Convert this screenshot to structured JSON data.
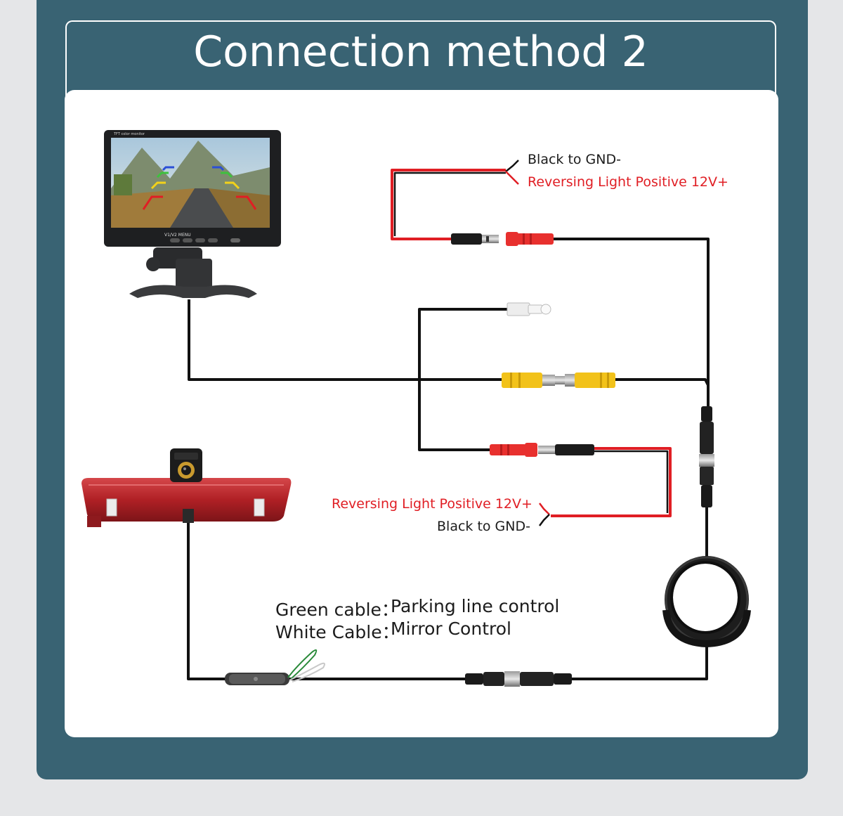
{
  "title": "Connection method 2",
  "labels": {
    "top_black": "Black to GND-",
    "top_red": "Reversing Light Positive 12V+",
    "bottom_red": "Reversing Light Positive 12V+",
    "bottom_black": "Black to GND-"
  },
  "notes": [
    {
      "cable": "Green cable：",
      "function": "Parking line control"
    },
    {
      "cable": "White Cable：",
      "function": "Mirror Control"
    }
  ],
  "monitor": {
    "buttons": "V1/V2  MENU",
    "brand": "TFT color monitor"
  },
  "colors": {
    "panel": "#396373",
    "wire_red": "#e01e24",
    "wire_black": "#111111",
    "rca_yellow": "#f2c21a",
    "rca_red": "#e8302e",
    "tail_light": "#b8282b"
  }
}
